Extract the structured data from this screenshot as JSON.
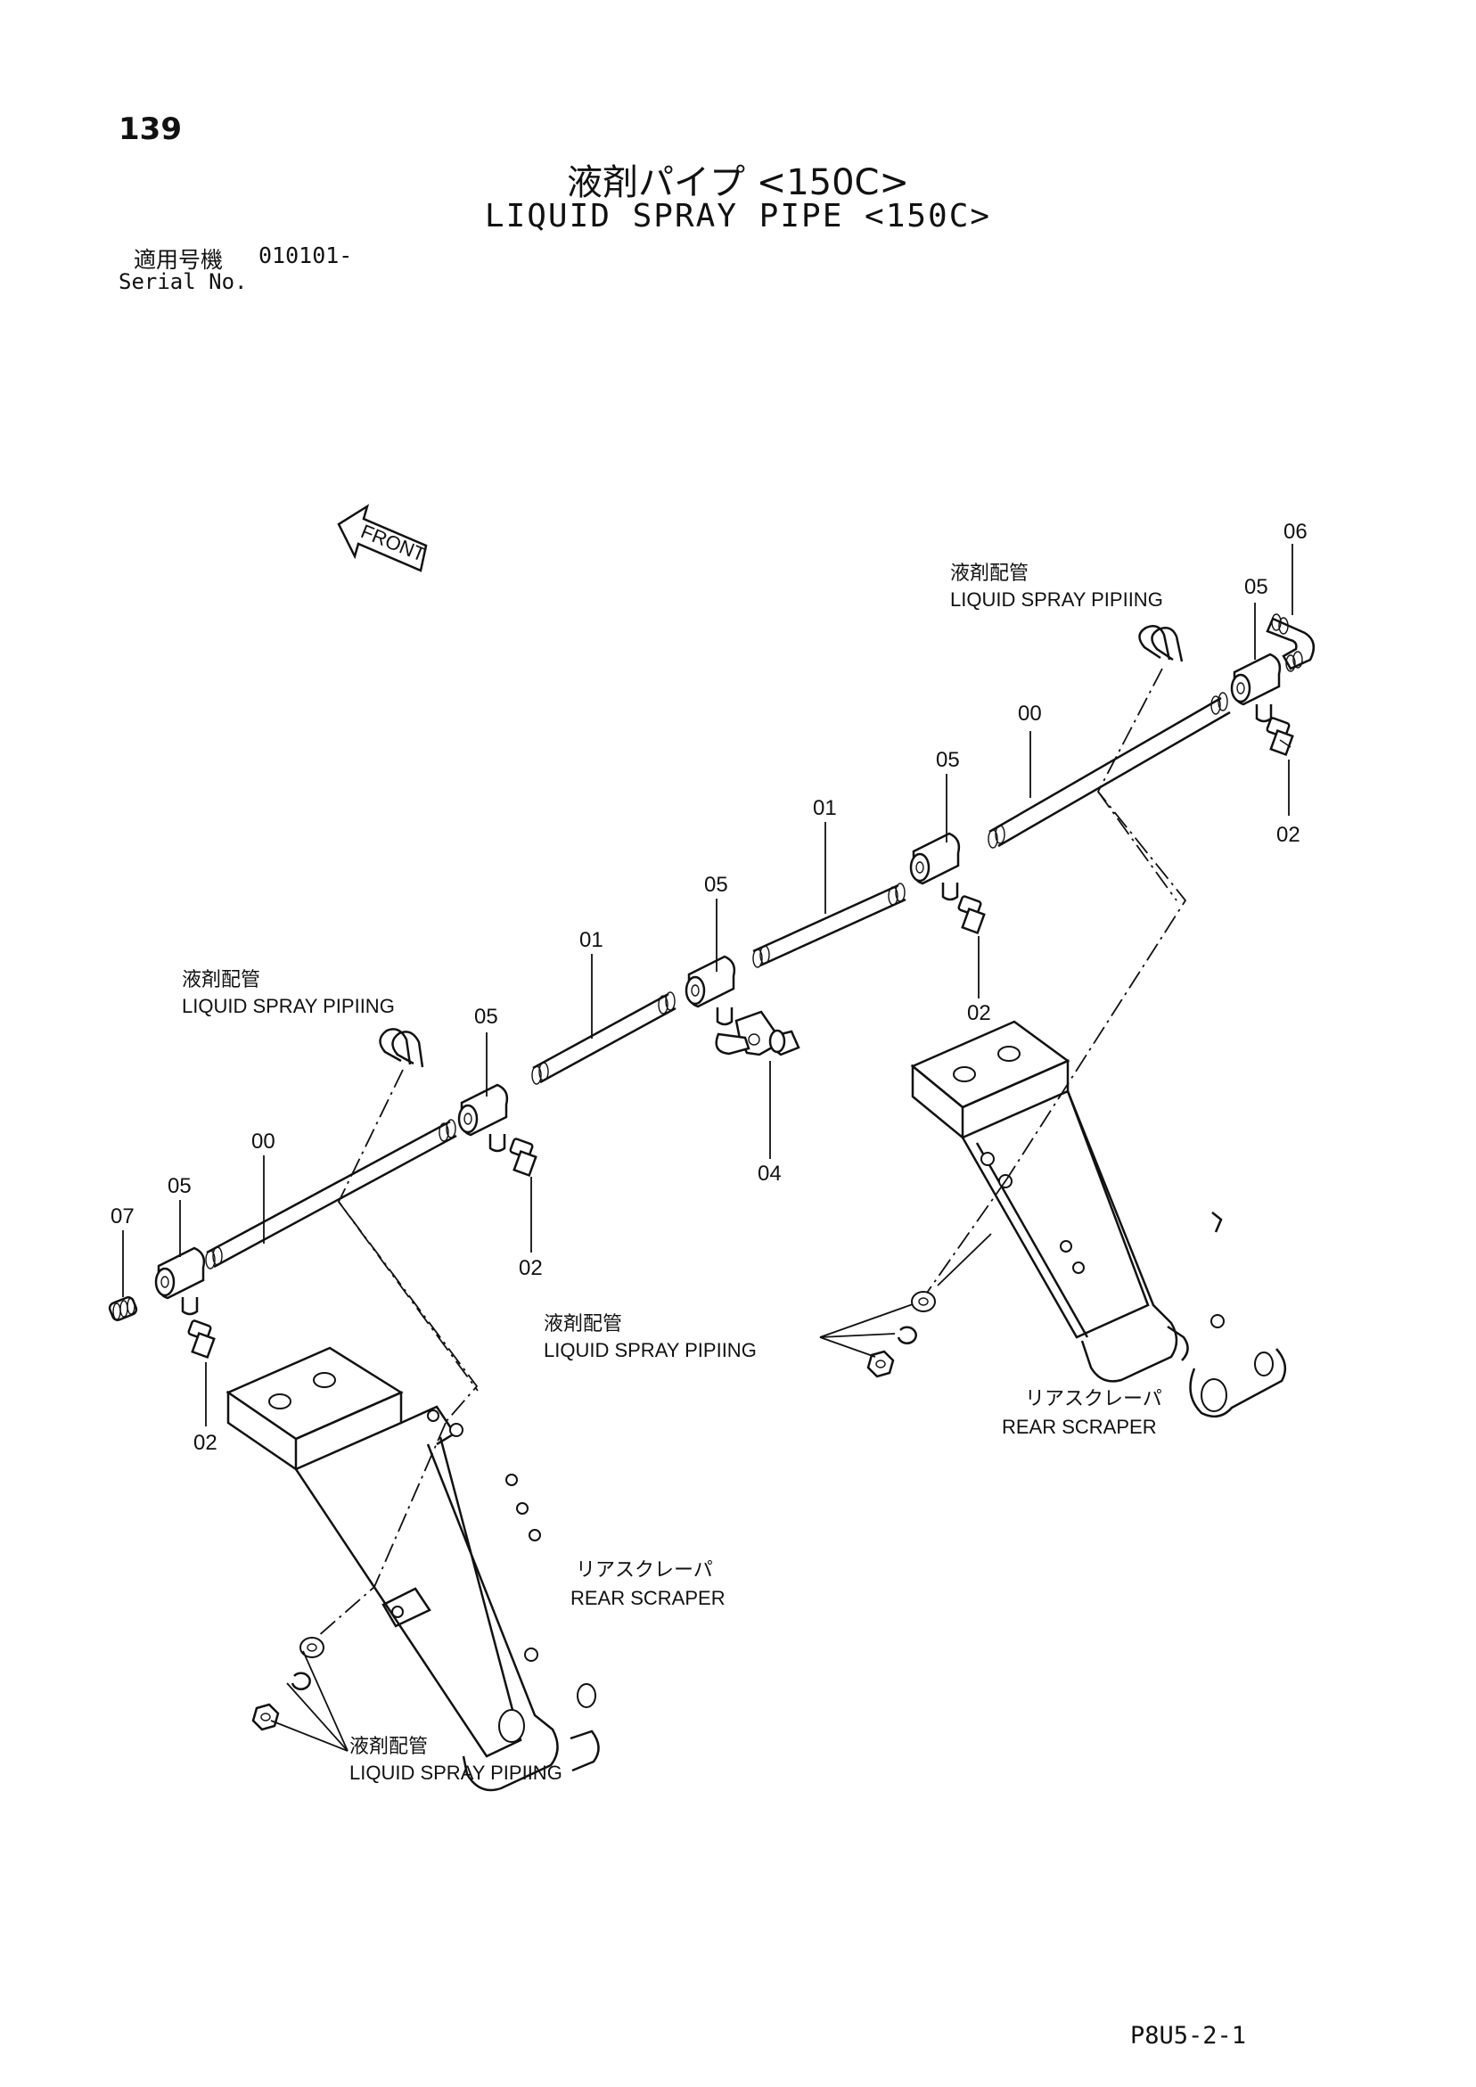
{
  "page_number": "139",
  "title_jp": "液剤パイプ <150C>",
  "title_en": "LIQUID SPRAY PIPE <150C>",
  "serial_label_jp": "適用号機",
  "serial_value": "010101-",
  "serial_label_en": "Serial No.",
  "front_label": "FRONT",
  "doc_code": "P8U5-2-1",
  "labels": {
    "piping_jp": "液剤配管",
    "piping_en": "LIQUID SPRAY PIPIING",
    "scraper_jp": "リアスクレーパ",
    "scraper_en": "REAR SCRAPER"
  },
  "callouts": [
    "00",
    "01",
    "02",
    "04",
    "05",
    "06",
    "07"
  ]
}
